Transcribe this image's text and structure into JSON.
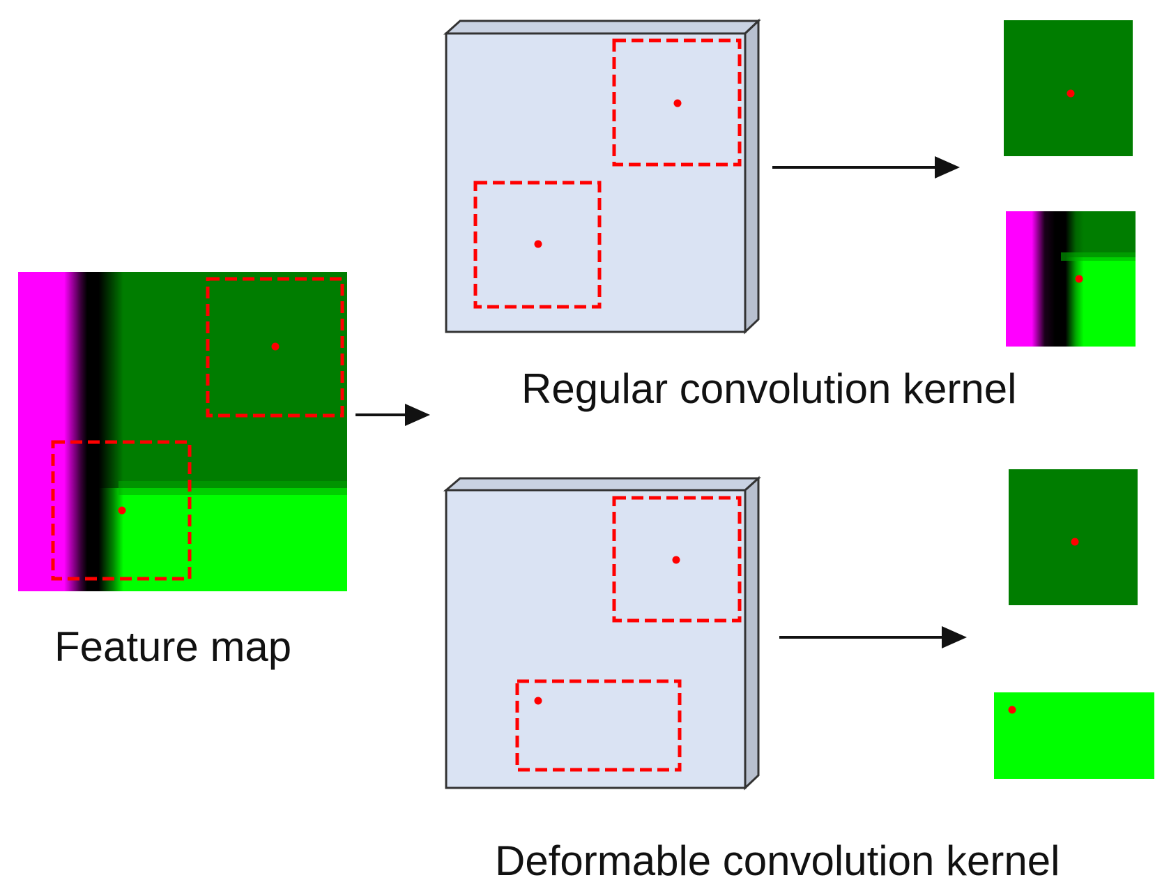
{
  "captions": {
    "feature_map": "Feature map",
    "regular": "Regular convolution kernel",
    "deformable": "Deformable convolution kernel"
  },
  "colors": {
    "magenta": "#ff00ff",
    "black": "#000000",
    "dark_green": "#007d00",
    "bright_green": "#00ff00",
    "red_dash": "#ff0000",
    "panel_face": "#dae3f3",
    "panel_side": "#b8c0cf",
    "panel_top": "#c9d2e2",
    "arrow": "#111111"
  },
  "icons": {
    "arrow": "right-arrow-icon",
    "center_point": "red-dot-icon"
  }
}
